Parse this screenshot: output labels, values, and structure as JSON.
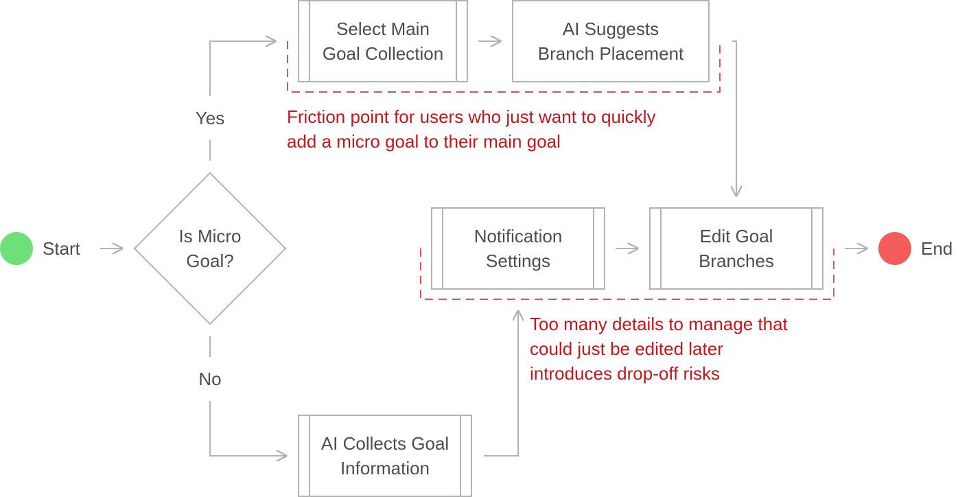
{
  "nodes": {
    "start": "Start",
    "end": "End",
    "decision": "Is Micro\nGoal?",
    "yes": "Yes",
    "no": "No",
    "select_main": "Select Main\nGoal Collection",
    "ai_suggests": "AI Suggests\nBranch Placement",
    "notification": "Notification\nSettings",
    "edit_branches": "Edit Goal\nBranches",
    "ai_collects": "AI Collects Goal\nInformation"
  },
  "notes": {
    "friction": "Friction point for users who just want to quickly\nadd a micro goal to their main goal",
    "details": "Too many details to manage that\ncould just be edited later\nintroduces drop-off risks"
  },
  "colors": {
    "start": "#6ee07a",
    "end": "#f45b5b",
    "note": "#c4161c",
    "line": "#b3b3b3"
  }
}
